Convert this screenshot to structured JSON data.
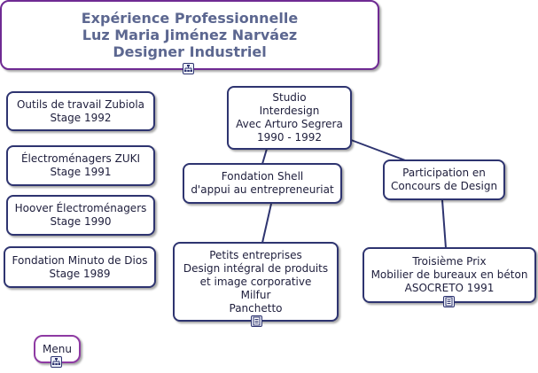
{
  "header": {
    "line1": "Expérience Professionnelle",
    "line2": "Luz Maria Jiménez Narváez",
    "line3": "Designer Industriel",
    "title_icon": "hierarchy-icon"
  },
  "left_boxes": [
    {
      "line1": "Outils de travail Zubiola",
      "line2": "Stage 1992"
    },
    {
      "line1": "Électroménagers ZUKI",
      "line2": "Stage 1991"
    },
    {
      "line1": "Hoover Électroménagers",
      "line2": "Stage 1990"
    },
    {
      "line1": "Fondation Minuto de Dios",
      "line2": "Stage 1989"
    }
  ],
  "studio": {
    "lines": [
      "Studio",
      "Interdesign",
      "Avec Arturo Segrera",
      "1990 - 1992"
    ]
  },
  "fondation_shell": {
    "lines": [
      "Fondation Shell",
      "d'appui au entrepreneuriat"
    ]
  },
  "participation": {
    "lines": [
      "Participation en",
      "Concours de Design"
    ]
  },
  "petits": {
    "lines": [
      "Petits entreprises",
      "Design intégral de produits",
      "et image corporative",
      "Milfur",
      "Panchetto"
    ],
    "icon": "note-icon"
  },
  "troisieme": {
    "lines": [
      "Troisième Prix",
      "Mobilier de bureaux en béton",
      "ASOCRETO 1991"
    ],
    "icon": "note-icon"
  },
  "menu": {
    "label": "Menu",
    "icon": "hierarchy-icon"
  },
  "colors": {
    "border": "#2e3470",
    "title_border": "#6f2a93",
    "title_text": "#5c6790",
    "menu_border": "#8e3aa3"
  }
}
